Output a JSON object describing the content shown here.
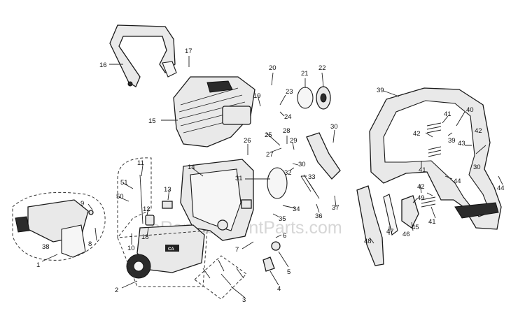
{
  "watermark": "eReplacementParts.com",
  "housing_marks": {
    "left": "CA"
  },
  "callouts": [
    "1",
    "2",
    "3",
    "4",
    "5",
    "6",
    "7",
    "8",
    "9",
    "10",
    "11",
    "12",
    "13",
    "14",
    "15",
    "16",
    "17",
    "18",
    "19",
    "20",
    "21",
    "22",
    "23",
    "24",
    "25",
    "26",
    "27",
    "28",
    "29",
    "30",
    "31",
    "32",
    "33",
    "34",
    "35",
    "36",
    "37",
    "38",
    "39",
    "40",
    "41",
    "42",
    "43",
    "44",
    "45",
    "46",
    "47",
    "48",
    "49",
    "50",
    "51"
  ]
}
